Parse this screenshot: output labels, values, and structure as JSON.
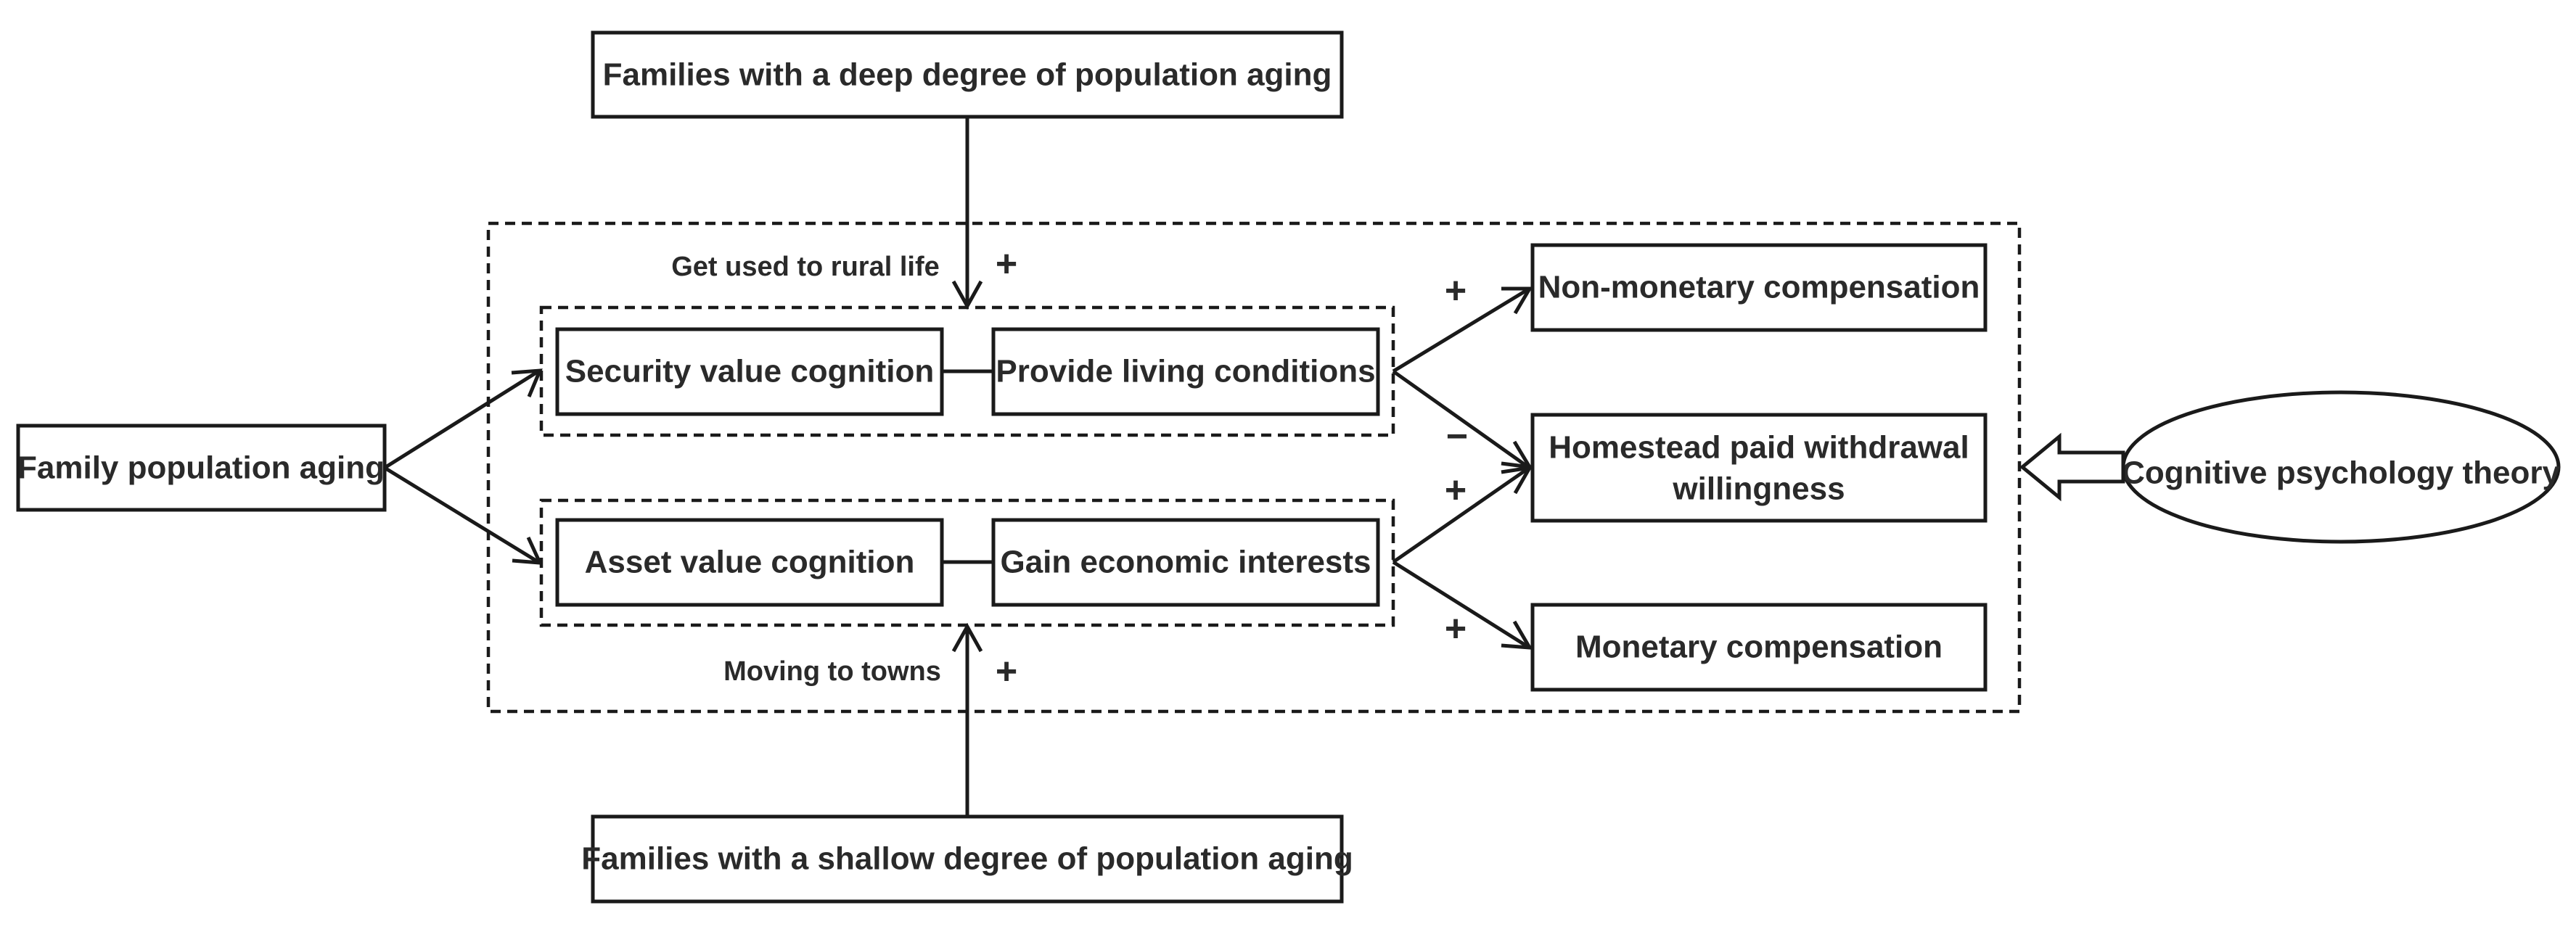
{
  "diagram": {
    "nodes": {
      "deep_aging": "Families with a deep degree of population aging",
      "shallow_aging": "Families with a shallow degree of population aging",
      "family_aging": "Family population aging",
      "security_cognition": "Security value cognition",
      "living_conditions": "Provide living conditions",
      "asset_cognition": "Asset value cognition",
      "economic_interests": "Gain economic interests",
      "non_monetary": "Non-monetary compensation",
      "withdrawal_line1": "Homestead paid withdrawal",
      "withdrawal_line2": "willingness",
      "monetary": "Monetary compensation",
      "cognitive_theory": "Cognitive psychology theory"
    },
    "annotations": {
      "rural_life": "Get used to rural life",
      "moving_towns": "Moving to towns"
    },
    "signs": {
      "deep_effect": "+",
      "shallow_effect": "+",
      "living_to_non_monetary": "+",
      "living_to_withdrawal": "−",
      "economic_to_withdrawal": "+",
      "economic_to_monetary": "+"
    }
  }
}
